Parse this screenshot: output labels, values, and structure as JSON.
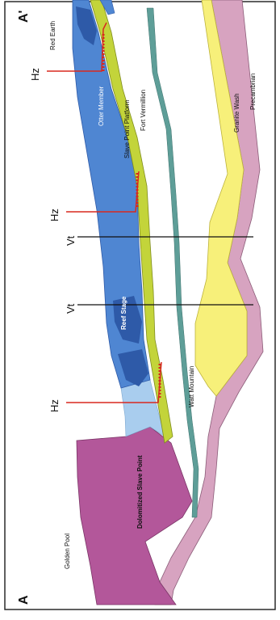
{
  "section": {
    "start_label": "A",
    "end_label": "A'"
  },
  "units": {
    "red_earth": "Red Earth",
    "otter_member": "Otter Member",
    "slave_point_platform": "Slave Point Platform",
    "fort_vermillion": "Fort Vermillion",
    "granite_wash": "Granite Wash",
    "precambrian": "Precambrian",
    "reef_stage": "Reef Stage",
    "watt_mountain": "Watt Mountain",
    "dolomitized_slave_point": "Dolomitized Slave Point",
    "golden_pool": "Golden Pool"
  },
  "markers": {
    "hz_1": "Hz",
    "hz_2": "Hz",
    "hz_3": "Hz",
    "vt_1": "Vt",
    "vt_2": "Vt"
  },
  "colors": {
    "frame": "#2a2a2a",
    "dark_blue": "#2e5aa8",
    "mid_blue": "#4f86d2",
    "light_blue": "#a9cdee",
    "platform_green": "#c3d43a",
    "watt_mountain_teal": "#5e9e98",
    "granite_wash_yellow": "#f7f07a",
    "precambrian_pink": "#d7a3c0",
    "dolomite_magenta": "#b3579a",
    "well_red": "#d8281f"
  }
}
